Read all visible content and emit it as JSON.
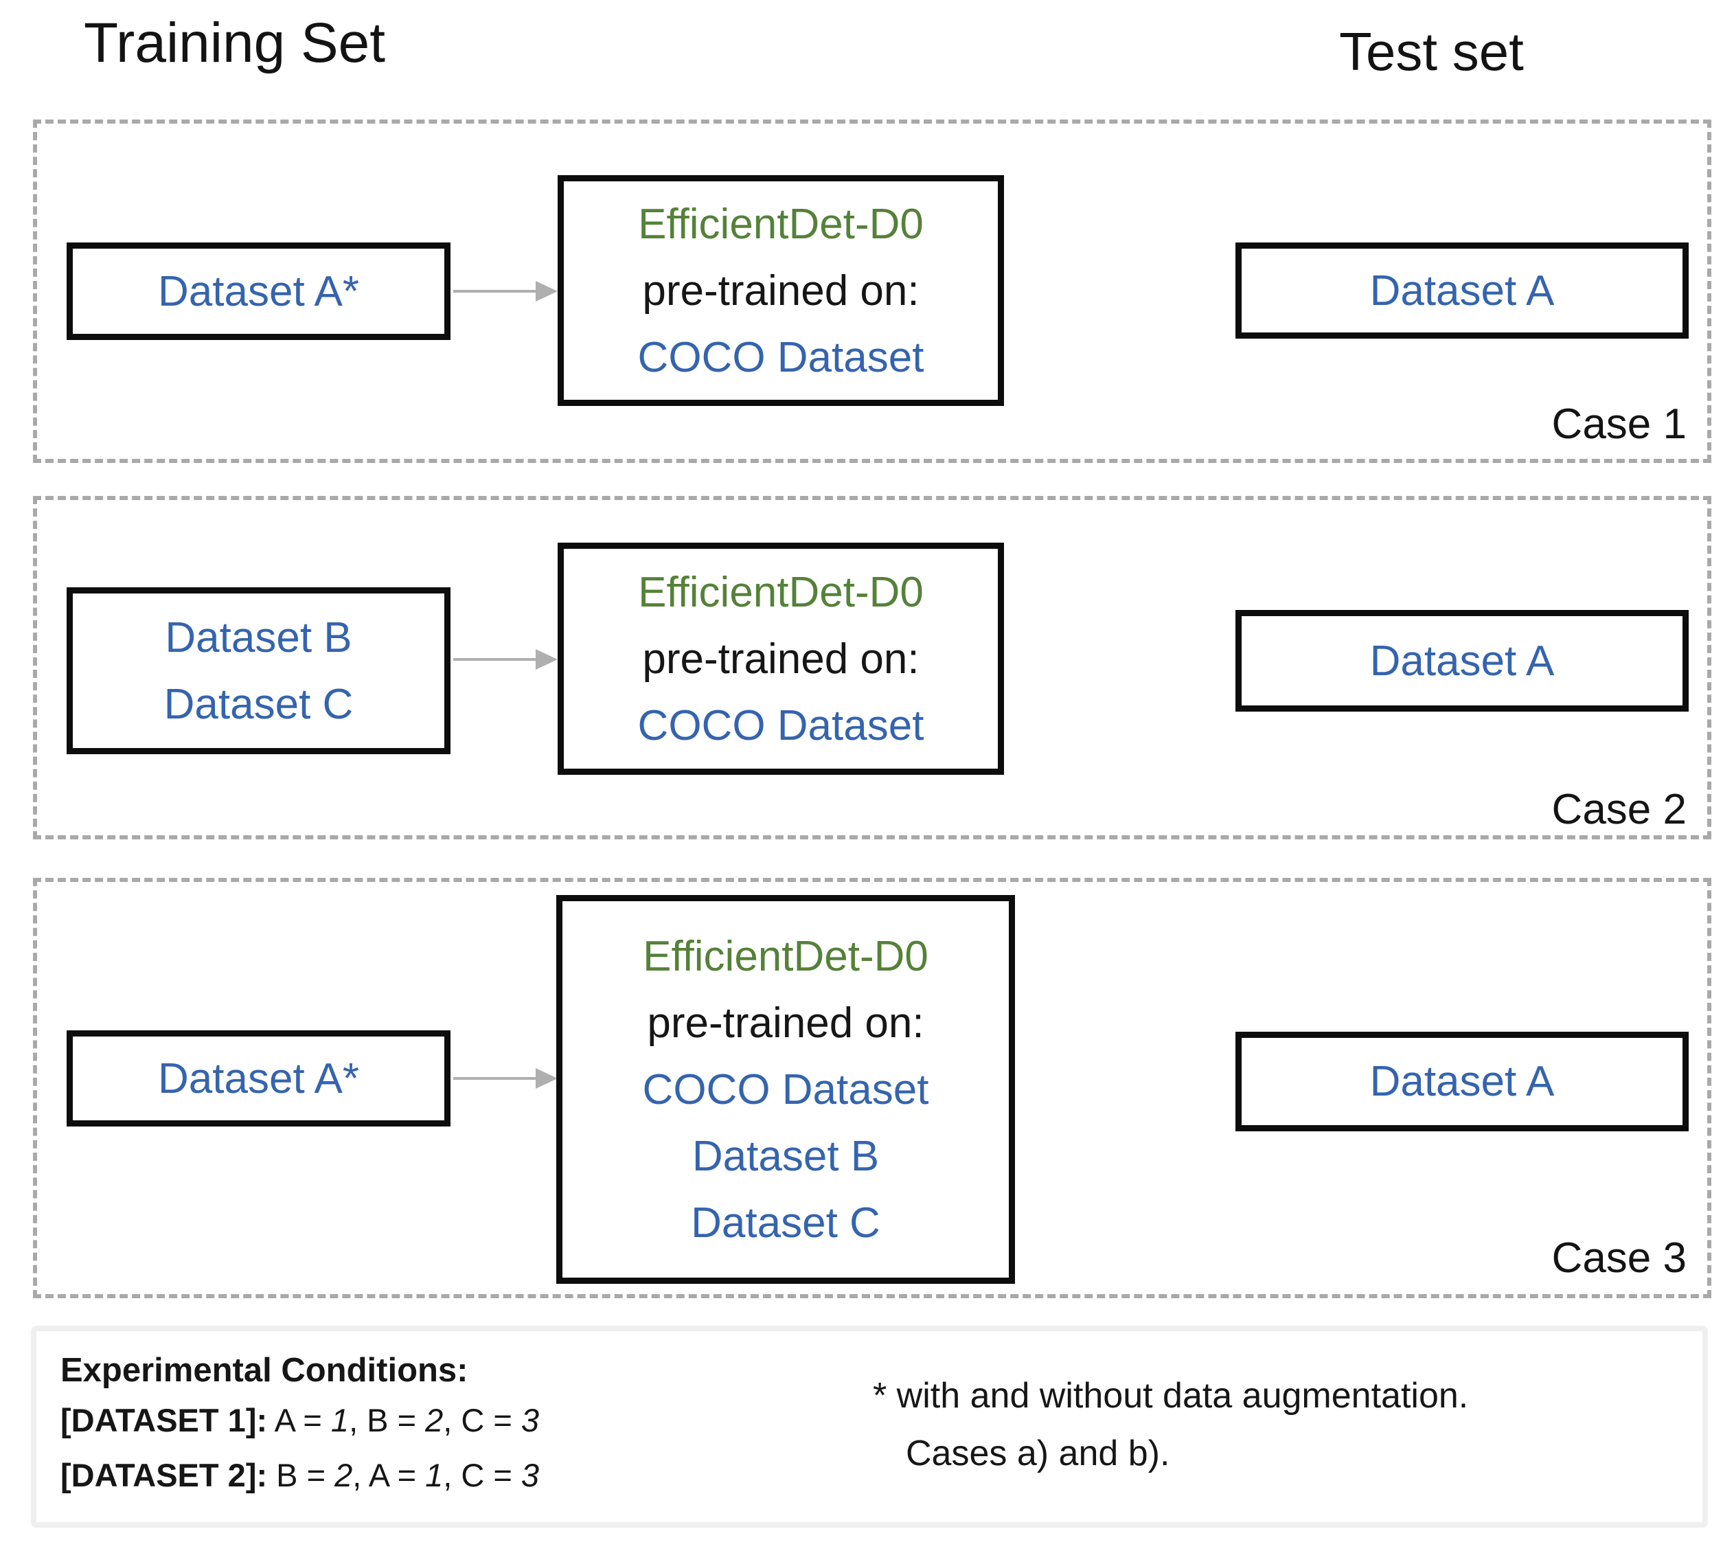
{
  "headers": {
    "training": "Training Set",
    "test": "Test set"
  },
  "colors": {
    "dataset_blue": "#3564AE",
    "model_green": "#558139",
    "ink": "#161616",
    "dash_gray": "#A9A9A9",
    "arrow_gray": "#AFAFAF",
    "box_border": "#0D0D0D",
    "panel_border": "#EFEFEF"
  },
  "cases": [
    {
      "label": "Case 1",
      "training_box": {
        "lines": [
          {
            "text": "Dataset A*",
            "color": "dataset_blue"
          }
        ]
      },
      "model_box": {
        "lines": [
          {
            "text": "EfficientDet-D0",
            "color": "model_green"
          },
          {
            "text": "pre-trained on:",
            "color": "ink"
          },
          {
            "text": "COCO Dataset",
            "color": "dataset_blue"
          }
        ]
      },
      "test_box": {
        "lines": [
          {
            "text": "Dataset A",
            "color": "dataset_blue"
          }
        ]
      }
    },
    {
      "label": "Case 2",
      "training_box": {
        "lines": [
          {
            "text": "Dataset B",
            "color": "dataset_blue"
          },
          {
            "text": "Dataset C",
            "color": "dataset_blue"
          }
        ]
      },
      "model_box": {
        "lines": [
          {
            "text": "EfficientDet-D0",
            "color": "model_green"
          },
          {
            "text": "pre-trained on:",
            "color": "ink"
          },
          {
            "text": "COCO Dataset",
            "color": "dataset_blue"
          }
        ]
      },
      "test_box": {
        "lines": [
          {
            "text": "Dataset A",
            "color": "dataset_blue"
          }
        ]
      }
    },
    {
      "label": "Case 3",
      "training_box": {
        "lines": [
          {
            "text": "Dataset A*",
            "color": "dataset_blue"
          }
        ]
      },
      "model_box": {
        "lines": [
          {
            "text": "EfficientDet-D0",
            "color": "model_green"
          },
          {
            "text": "pre-trained on:",
            "color": "ink"
          },
          {
            "text": "COCO Dataset",
            "color": "dataset_blue"
          },
          {
            "text": "Dataset B",
            "color": "dataset_blue"
          },
          {
            "text": "Dataset C",
            "color": "dataset_blue"
          }
        ]
      },
      "test_box": {
        "lines": [
          {
            "text": "Dataset A",
            "color": "dataset_blue"
          }
        ]
      }
    }
  ],
  "footer": {
    "conditions": {
      "title": "Experimental Conditions:",
      "rows": [
        {
          "label": "[DATASET 1]:",
          "parts": [
            {
              "text": " A = ",
              "italic": false
            },
            {
              "text": "1",
              "italic": true
            },
            {
              "text": ", B = ",
              "italic": false
            },
            {
              "text": "2",
              "italic": true
            },
            {
              "text": ", C = ",
              "italic": false
            },
            {
              "text": "3",
              "italic": true
            }
          ]
        },
        {
          "label": "[DATASET 2]:",
          "parts": [
            {
              "text": " B = ",
              "italic": false
            },
            {
              "text": "2",
              "italic": true
            },
            {
              "text": ", A = ",
              "italic": false
            },
            {
              "text": "1",
              "italic": true
            },
            {
              "text": ", C = ",
              "italic": false
            },
            {
              "text": "3",
              "italic": true
            }
          ]
        }
      ]
    },
    "note": {
      "line1": "* with and without data augmentation.",
      "line2": "Cases a) and b)."
    }
  }
}
